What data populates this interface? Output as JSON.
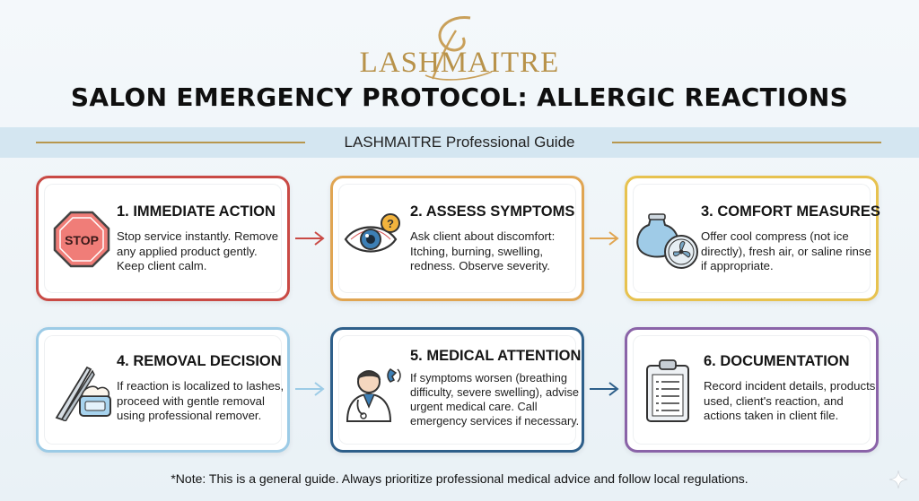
{
  "brand": {
    "logo_text": "LASHMAITRE"
  },
  "header": {
    "title": "SALON EMERGENCY PROTOCOL: ALLERGIC REACTIONS",
    "subtitle": "LASHMAITRE Professional Guide"
  },
  "steps": [
    {
      "title": "1. IMMEDIATE ACTION",
      "body": "Stop service instantly. Remove any applied product gently. Keep client calm.",
      "icon": "stop-sign-icon",
      "color": "#c94a45",
      "stop_label": "STOP"
    },
    {
      "title": "2. ASSESS SYMPTOMS",
      "body": "Ask client about discomfort: Itching, burning, swelling, redness. Observe severity.",
      "icon": "eye-question-icon",
      "color": "#e0a552"
    },
    {
      "title": "3. COMFORT MEASURES",
      "body": "Offer cool compress (not ice directly), fresh air, or saline rinse if appropriate.",
      "icon": "ice-pack-fan-icon",
      "color": "#e7c24f"
    },
    {
      "title": "4. REMOVAL DECISION",
      "body": "If reaction is localized to lashes, proceed with gentle removal using professional remover.",
      "icon": "tweezers-cream-icon",
      "color": "#9ccbe6"
    },
    {
      "title": "5. MEDICAL ATTENTION",
      "body": "If symptoms worsen (breathing difficulty, severe swelling), advise urgent medical care. Call emergency services if necessary.",
      "icon": "doctor-phone-icon",
      "color": "#2e5f8a"
    },
    {
      "title": "6. DOCUMENTATION",
      "body": "Record incident details, products used, client's reaction, and actions taken in client file.",
      "icon": "clipboard-icon",
      "color": "#8a63a8"
    }
  ],
  "footer": {
    "note": "*Note: This is a general guide. Always prioritize professional medical advice and follow local regulations."
  }
}
